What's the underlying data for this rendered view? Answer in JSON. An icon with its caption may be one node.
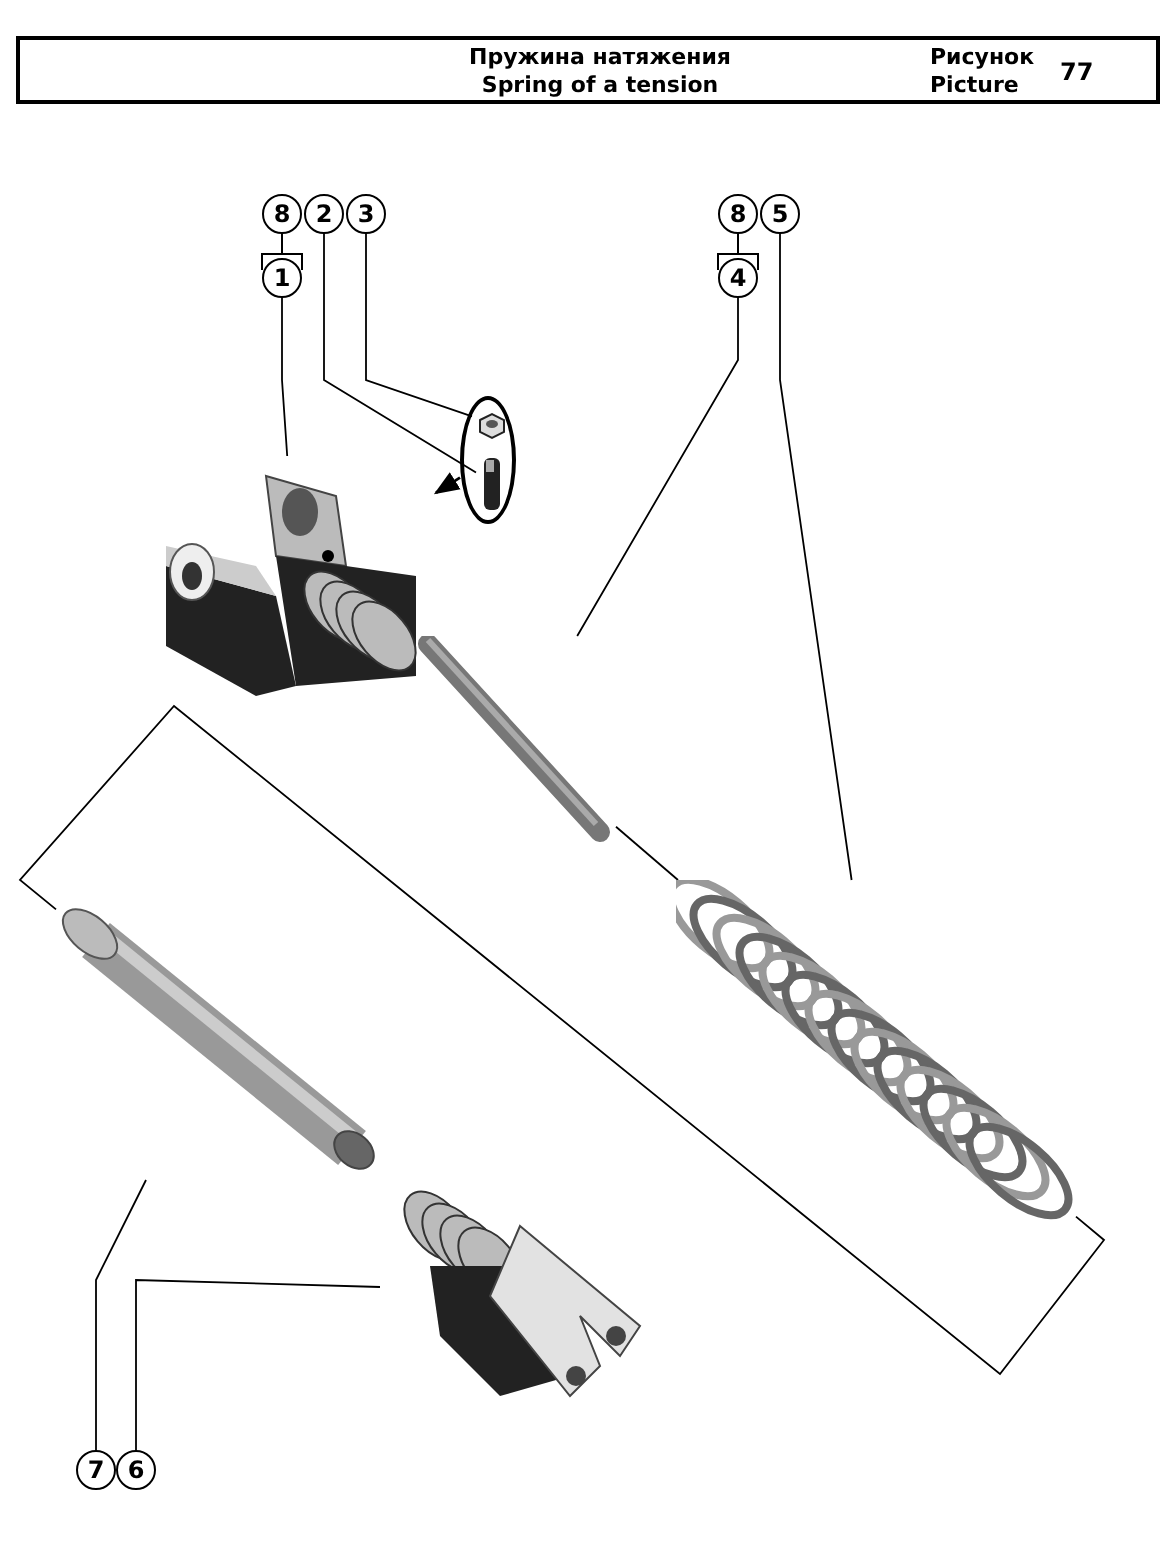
{
  "diagram": {
    "nodes": [
      {
        "text": [
          "8"
        ]
      },
      {
        "text": [
          "2"
        ]
      },
      {
        "text": [
          "3"
        ]
      },
      {
        "text": [
          "8"
        ]
      },
      {
        "text": [
          "5"
        ]
      },
      {
        "text": [
          "1"
        ]
      },
      {
        "text": [
          "4"
        ]
      },
      {
        "text": [],
        "shape": "circle"
      },
      {
        "text": [],
        "shape": "picture",
        "in": 7
      },
      {
        "text": [],
        "shape": "picture",
        "in": 7
      },
      {
        "text": [],
        "shape": "picture"
      },
      {
        "text": [],
        "shape": "picture"
      },
      {
        "text": [],
        "shape": "picture"
      },
      {
        "text": [],
        "shape": "picture"
      },
      {
        "text": [],
        "shape": "picture"
      },
      {
        "text": [
          "7"
        ]
      },
      {
        "text": [
          "6"
        ]
      }
    ],
    "edges": [
      {
        "from": 5,
        "to": 10,
        "arrow": "none"
      },
      {
        "from": 1,
        "to": 9,
        "arrow": "none"
      },
      {
        "from": 2,
        "to": 8,
        "arrow": "none"
      },
      {
        "from": 7,
        "to": 10,
        "arrow": "to"
      },
      {
        "from": 6,
        "to": 11,
        "arrow": "none"
      },
      {
        "from": 4,
        "to": 12,
        "arrow": "none"
      },
      {
        "from": 11,
        "to": 12,
        "arrow": "none"
      },
      {
        "from": 13,
        "to": 12,
        "arrow": "none"
      },
      {
        "from": 15,
        "to": 13,
        "arrow": "none"
      },
      {
        "from": 16,
        "to": 14,
        "arrow": "none"
      }
    ],
    "labels": [
      "Пружина натяжения",
      "Spring of a tension",
      "Рисунок",
      "Picture",
      "77"
    ]
  }
}
